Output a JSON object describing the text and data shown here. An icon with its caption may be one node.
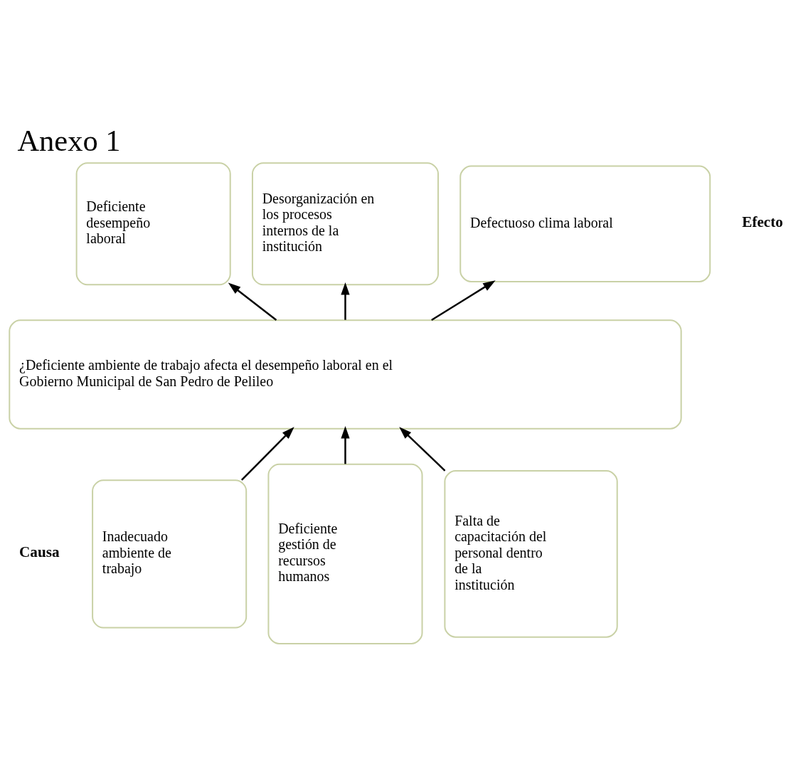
{
  "diagram": {
    "title": "Anexo 1",
    "nodes": [
      {
        "text": [
          "Deficiente desempeño laboral"
        ]
      },
      {
        "text": [
          "Desorganización en los procesos internos de la institución"
        ]
      },
      {
        "text": [
          "Defectuoso clima laboral"
        ]
      },
      {
        "text": [
          "¿Deficiente ambiente de trabajo afecta el desempeño laboral en el Gobierno Municipal de San Pedro de Pelileo"
        ]
      },
      {
        "text": [
          "Inadecuado ambiente de trabajo"
        ]
      },
      {
        "text": [
          "Deficiente gestión de recursos humanos"
        ]
      },
      {
        "text": [
          "Falta de capacitación del personal dentro de la institución"
        ]
      }
    ],
    "edges": [
      {
        "from": 3,
        "to": 0,
        "arrow": "to"
      },
      {
        "from": 3,
        "to": 1,
        "arrow": "to"
      },
      {
        "from": 3,
        "to": 2,
        "arrow": "to"
      },
      {
        "from": 4,
        "to": 3,
        "arrow": "to"
      },
      {
        "from": 5,
        "to": 3,
        "arrow": "to"
      },
      {
        "from": 6,
        "to": 3,
        "arrow": "to"
      }
    ],
    "labels": [
      "Efecto",
      "Causa"
    ]
  }
}
